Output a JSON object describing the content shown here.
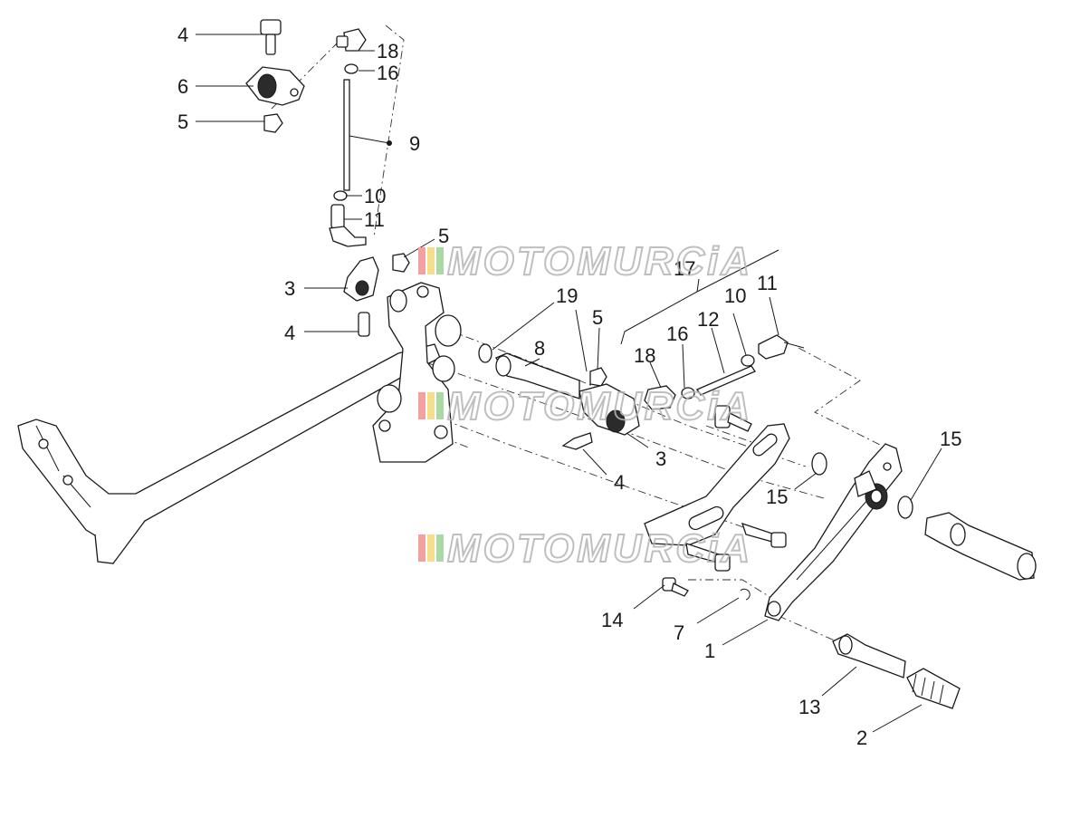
{
  "callouts": [
    {
      "id": "c4a",
      "text": "4"
    },
    {
      "id": "c6",
      "text": "6"
    },
    {
      "id": "c5a",
      "text": "5"
    },
    {
      "id": "c18a",
      "text": "18"
    },
    {
      "id": "c16a",
      "text": "16"
    },
    {
      "id": "c9",
      "text": "9"
    },
    {
      "id": "c10a",
      "text": "10"
    },
    {
      "id": "c11a",
      "text": "11"
    },
    {
      "id": "c5b",
      "text": "5"
    },
    {
      "id": "c3a",
      "text": "3"
    },
    {
      "id": "c4b",
      "text": "4"
    },
    {
      "id": "c17",
      "text": "17"
    },
    {
      "id": "c19",
      "text": "19"
    },
    {
      "id": "c5c",
      "text": "5"
    },
    {
      "id": "c8",
      "text": "8"
    },
    {
      "id": "c18b",
      "text": "18"
    },
    {
      "id": "c16b",
      "text": "16"
    },
    {
      "id": "c12",
      "text": "12"
    },
    {
      "id": "c10b",
      "text": "10"
    },
    {
      "id": "c11b",
      "text": "11"
    },
    {
      "id": "c3b",
      "text": "3"
    },
    {
      "id": "c4c",
      "text": "4"
    },
    {
      "id": "c15a",
      "text": "15"
    },
    {
      "id": "c15b",
      "text": "15"
    },
    {
      "id": "c14",
      "text": "14"
    },
    {
      "id": "c7",
      "text": "7"
    },
    {
      "id": "c1",
      "text": "1"
    },
    {
      "id": "c13",
      "text": "13"
    },
    {
      "id": "c2",
      "text": "2"
    }
  ],
  "watermark": {
    "text": "MOTOMURCiA",
    "stripe_colors": [
      "#f2a0a0",
      "#f3df8c",
      "#a9d9a4"
    ],
    "outline_color": "#b5b5b5"
  },
  "colors": {
    "ink": "#1a1a1a",
    "background": "#ffffff"
  }
}
